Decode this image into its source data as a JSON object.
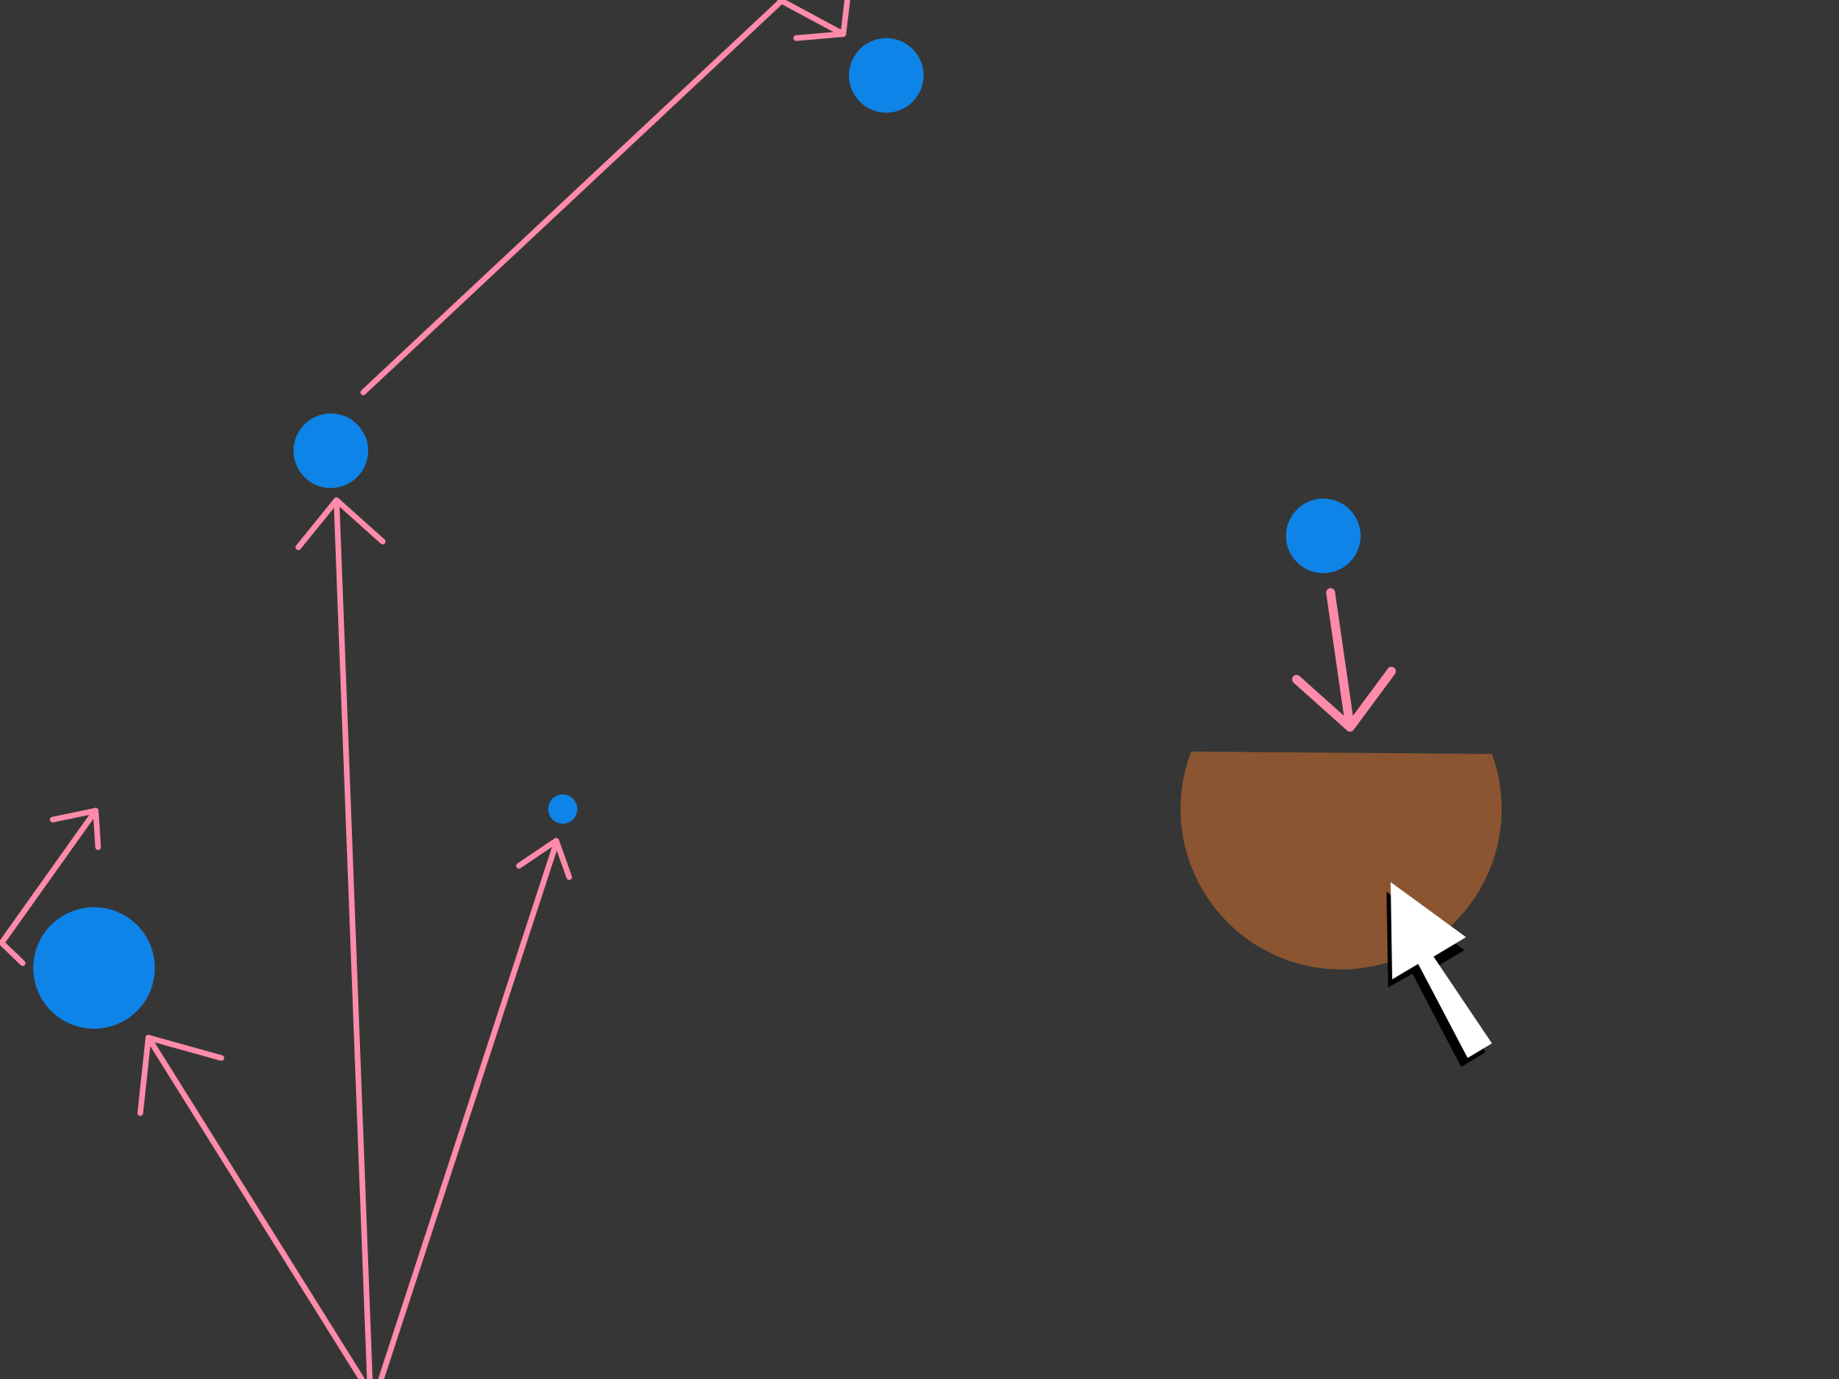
{
  "colors": {
    "background": "#363636",
    "ball": "#0F84E8",
    "arrow": "#FF8BAA",
    "bowl": "#8A5530",
    "cursor_fill": "#FFFFFF",
    "cursor_shadow": "#000000"
  },
  "scene": {
    "balls": [
      {
        "id": "ball-top"
      },
      {
        "id": "ball-upper-left"
      },
      {
        "id": "ball-right"
      },
      {
        "id": "ball-small"
      },
      {
        "id": "ball-large-left"
      }
    ],
    "arrows": [
      {
        "id": "arrow-diagonal-top"
      },
      {
        "id": "arrow-vertical-long"
      },
      {
        "id": "arrow-to-small-ball"
      },
      {
        "id": "arrow-to-large-ball"
      },
      {
        "id": "arrow-left-edge"
      },
      {
        "id": "arrow-down-to-bowl"
      }
    ],
    "target": {
      "id": "bowl-target"
    },
    "cursor": {
      "icon": "mouse-pointer-icon"
    }
  }
}
